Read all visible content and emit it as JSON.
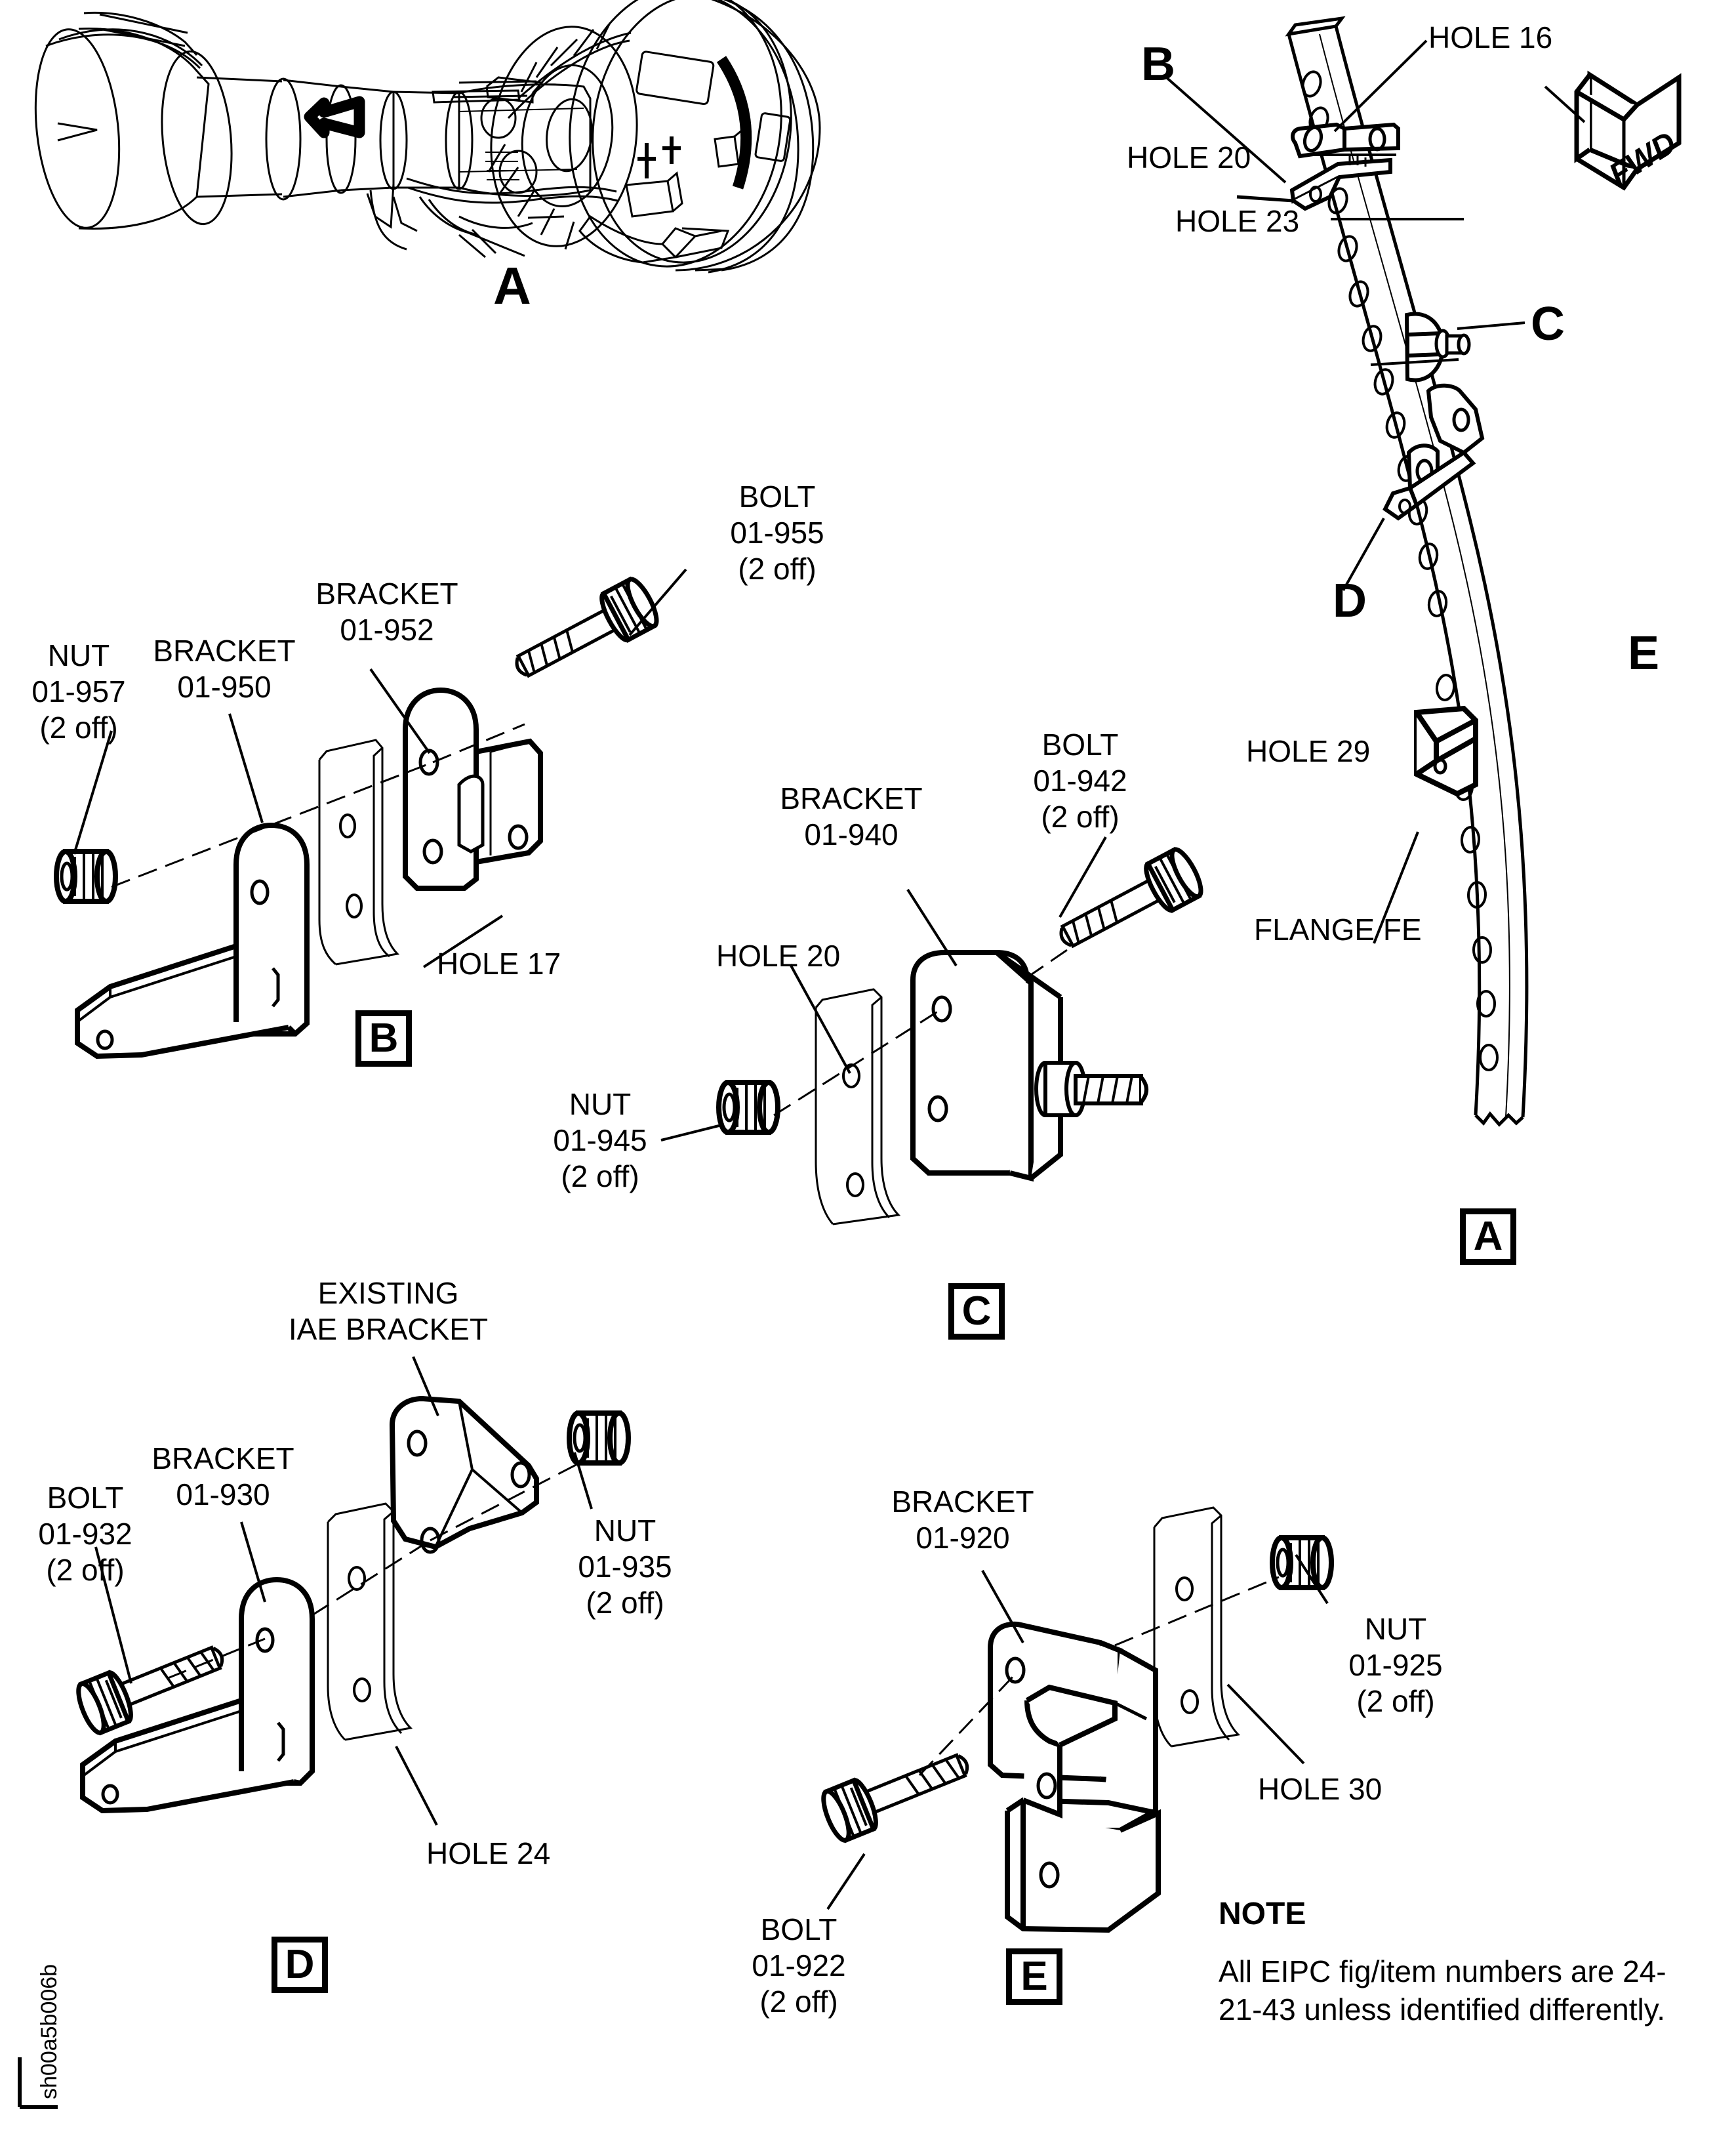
{
  "drawing": {
    "id": "sh00a5b006b",
    "engine_view": {
      "arrow_label": "A"
    },
    "fwd_arrow": {
      "text": "FWD"
    },
    "note": {
      "title": "NOTE",
      "body": "All EIPC fig/item numbers are 24-21-43 unless identified differently."
    }
  },
  "view_a": {
    "box_letter": "A",
    "labels": {
      "hole16": "HOLE 16",
      "hole20": "HOLE 20",
      "hole23": "HOLE 23",
      "hole29": "HOLE 29",
      "flange": "FLANGE FE",
      "b": "B",
      "c": "C",
      "d": "D",
      "e": "E"
    }
  },
  "view_b": {
    "box_letter": "B",
    "nut": "NUT\n01-957\n(2 off)",
    "bracket_950": "BRACKET\n01-950",
    "bracket_952": "BRACKET\n01-952",
    "bolt": "BOLT\n01-955\n(2 off)",
    "hole": "HOLE 17"
  },
  "view_c": {
    "box_letter": "C",
    "bracket_940": "BRACKET\n01-940",
    "bolt": "BOLT\n01-942\n(2 off)",
    "nut": "NUT\n01-945\n(2 off)",
    "hole": "HOLE 20"
  },
  "view_d": {
    "box_letter": "D",
    "existing": "EXISTING\nIAE BRACKET",
    "bracket_930": "BRACKET\n01-930",
    "bolt": "BOLT\n01-932\n(2 off)",
    "nut": "NUT\n01-935\n(2 off)",
    "hole": "HOLE 24"
  },
  "view_e": {
    "box_letter": "E",
    "bracket_920": "BRACKET\n01-920",
    "bolt": "BOLT\n01-922\n(2 off)",
    "nut": "NUT\n01-925\n(2 off)",
    "hole": "HOLE 30"
  },
  "colors": {
    "ink": "#000000",
    "paper": "#ffffff"
  }
}
